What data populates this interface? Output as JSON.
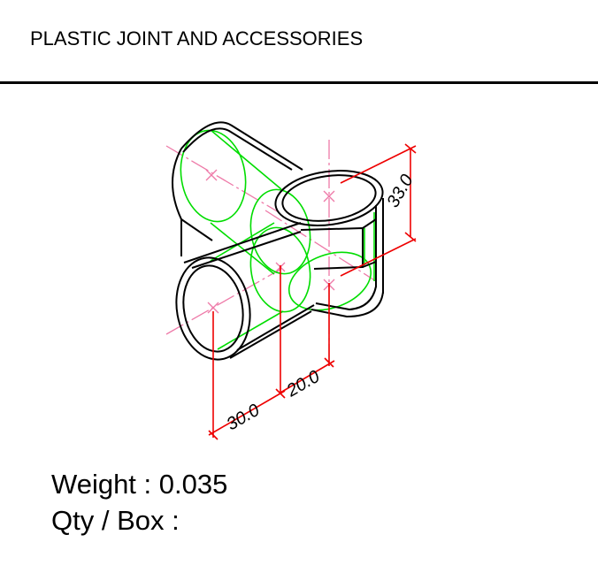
{
  "title": "PLASTIC JOINT AND ACCESSORIES",
  "dimensions": {
    "height": "33.0",
    "left_width": "30.0",
    "right_width": "20.0"
  },
  "specs": {
    "weight": "Weight : 0.035",
    "qty_per_box": "Qty / Box :"
  },
  "colors": {
    "outline": "#000000",
    "hidden_edges": "#00dd00",
    "centerlines": "#ee7aa8",
    "dimension_lines": "#ee0000"
  }
}
